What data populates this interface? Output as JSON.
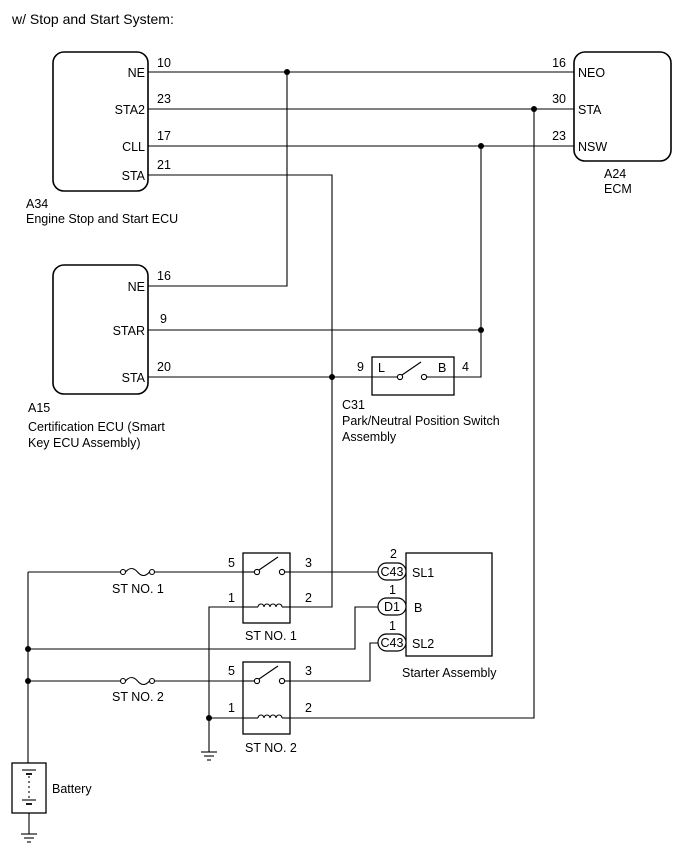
{
  "title": "w/ Stop and Start System:",
  "components": {
    "a34": {
      "code": "A34",
      "name": "Engine Stop and Start ECU",
      "pins": {
        "ne": "NE",
        "sta2": "STA2",
        "cll": "CLL",
        "sta": "STA"
      },
      "pin_numbers": {
        "ne": "10",
        "sta2": "23",
        "cll": "17",
        "sta": "21"
      }
    },
    "a24": {
      "code": "A24",
      "name": "ECM",
      "pins": {
        "neo": "NEO",
        "sta": "STA",
        "nsw": "NSW"
      },
      "pin_numbers": {
        "neo": "16",
        "sta": "30",
        "nsw": "23"
      }
    },
    "a15": {
      "code": "A15",
      "name_line1": "Certification ECU (Smart",
      "name_line2": "Key ECU Assembly)",
      "pins": {
        "ne": "NE",
        "star": "STAR",
        "sta": "STA"
      },
      "pin_numbers": {
        "ne": "16",
        "star": "9",
        "sta": "20"
      }
    },
    "c31": {
      "code": "C31",
      "name_line1": "Park/Neutral Position Switch",
      "name_line2": "Assembly",
      "pins": {
        "l": "L",
        "b": "B"
      },
      "pin_numbers": {
        "l": "9",
        "b": "4"
      }
    },
    "relay1": {
      "label": "ST NO. 1",
      "pins": {
        "p5": "5",
        "p3": "3",
        "p1": "1",
        "p2": "2"
      }
    },
    "relay2": {
      "label": "ST NO. 2",
      "pins": {
        "p5": "5",
        "p3": "3",
        "p1": "1",
        "p2": "2"
      }
    },
    "fuse1": {
      "label": "ST NO. 1"
    },
    "fuse2": {
      "label": "ST NO. 2"
    },
    "starter": {
      "name": "Starter Assembly",
      "pins": {
        "sl1": "SL1",
        "b": "B",
        "sl2": "SL2"
      },
      "connectors": {
        "sl1": "C43",
        "b": "D1",
        "sl2": "C43"
      },
      "pin_numbers": {
        "sl1": "2",
        "b": "1",
        "sl2": "1"
      }
    },
    "battery": {
      "label": "Battery"
    }
  }
}
